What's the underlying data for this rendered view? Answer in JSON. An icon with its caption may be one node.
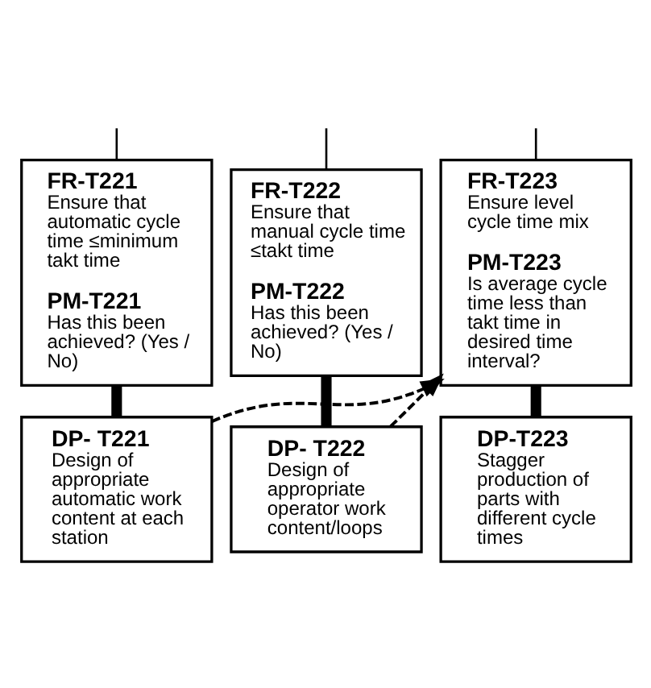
{
  "diagram": {
    "nodes": [
      {
        "text": [
          "FR-T221",
          "Ensure that automatic cycle time ≤minimum takt time",
          "PM-T221",
          "Has this been achieved? (Yes / No)"
        ]
      },
      {
        "text": [
          "FR-T222",
          "Ensure that manual cycle time ≤takt time",
          "PM-T222",
          "Has this been achieved? (Yes / No)"
        ]
      },
      {
        "text": [
          "FR-T223",
          "Ensure level cycle time mix",
          "PM-T223",
          "Is average cycle time less than takt time in desired time interval?"
        ]
      },
      {
        "text": [
          "DP- T221",
          "Design of appropriate automatic work content at each station"
        ]
      },
      {
        "text": [
          "DP- T222",
          "Design of appropriate operator work content/loops"
        ]
      },
      {
        "text": [
          "DP-T223",
          "Stagger production of parts with different cycle times"
        ]
      }
    ],
    "edges": [
      {
        "from": null,
        "to": 0,
        "arrow": "none"
      },
      {
        "from": null,
        "to": 1,
        "arrow": "none"
      },
      {
        "from": null,
        "to": 2,
        "arrow": "none"
      },
      {
        "from": 0,
        "to": 3,
        "arrow": "none",
        "style": "thick"
      },
      {
        "from": 1,
        "to": 4,
        "arrow": "none",
        "style": "thick"
      },
      {
        "from": 2,
        "to": 5,
        "arrow": "none",
        "style": "thick"
      },
      {
        "from": 3,
        "to": 2,
        "arrow": "to",
        "style": "dashed"
      },
      {
        "from": 4,
        "to": 2,
        "arrow": "to",
        "style": "dashed"
      }
    ]
  }
}
